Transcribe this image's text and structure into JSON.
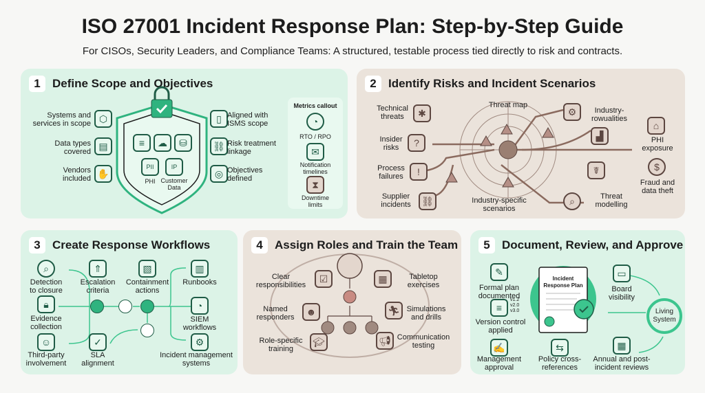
{
  "header": {
    "title": "ISO 27001 Incident Response Plan: Step-by-Step Guide",
    "subtitle": "For CISOs, Security Leaders, and Compliance Teams: A structured, testable process tied directly to risk and contracts."
  },
  "colors": {
    "mint": "#dcf3e7",
    "beige": "#ebe3db",
    "accent_green": "#2fb37f",
    "dark_green": "#1f5c46",
    "brown": "#8a6a5e",
    "warning": "#a5675f"
  },
  "step1": {
    "number": "1",
    "title": "Define Scope and Objectives",
    "left": [
      {
        "label": "Systems and\nservices in scope",
        "icon": "network-icon"
      },
      {
        "label": "Data types\ncovered",
        "icon": "database-icon"
      },
      {
        "label": "Vendors\nincluded",
        "icon": "handshake-icon"
      }
    ],
    "right": [
      {
        "label": "Aligned with\nISMS scope",
        "icon": "document-icon"
      },
      {
        "label": "Risk treatment\nlinkage",
        "icon": "link-icon"
      },
      {
        "label": "Objectives\ndefined",
        "icon": "target-icon"
      }
    ],
    "shield": {
      "folders": [
        "PII",
        "IP"
      ],
      "folder_captions": [
        "PHI",
        "Customer\nData"
      ]
    },
    "metrics": {
      "title": "Metrics callout",
      "items": [
        {
          "label": "RTO / RPO",
          "icon": "gauge-icon"
        },
        {
          "label": "Notification\ntimelines",
          "icon": "mail-clock-icon"
        },
        {
          "label": "Downtime\nlimits",
          "icon": "hourglass-icon"
        }
      ]
    }
  },
  "step2": {
    "number": "2",
    "title": "Identify Risks and Incident Scenarios",
    "threat_map": "Threat map",
    "center_caption": "Industry-specific\nscenarios",
    "left": [
      {
        "label": "Technical\nthreats",
        "icon": "bug-icon"
      },
      {
        "label": "Insider\nrisks",
        "icon": "person-question-icon"
      },
      {
        "label": "Process\nfailures",
        "icon": "gear-warning-icon"
      },
      {
        "label": "Supplier\nincidents",
        "icon": "broken-link-icon"
      }
    ],
    "right": [
      {
        "label": "Industry-\nrowualities",
        "icon": "gear-arrow-icon"
      },
      {
        "label": "PHI\nexposure",
        "icon": "hospital-icon"
      },
      {
        "label": "Fraud and\ndata theft",
        "icon": "money-hand-icon"
      },
      {
        "label": "Threat\nmodelling",
        "icon": "magnifier-bug-icon"
      }
    ]
  },
  "step3": {
    "number": "3",
    "title": "Create Response Workflows",
    "items": [
      {
        "label": "Detection\nto closure",
        "icon": "search-icon"
      },
      {
        "label": "Evidence\ncollection",
        "icon": "lock-icon"
      },
      {
        "label": "Third-party\ninvolvement",
        "icon": "people-icon"
      },
      {
        "label": "Escalation\ncriteria",
        "icon": "arrows-up-icon"
      },
      {
        "label": "Containment\nactions",
        "icon": "barrier-icon"
      },
      {
        "label": "SLA\nalignment",
        "icon": "document-check-icon"
      },
      {
        "label": "Runbooks",
        "icon": "book-icon"
      },
      {
        "label": "SIEM\nworkflows",
        "icon": "dashboard-icon"
      },
      {
        "label": "Incident management\nsystems",
        "icon": "gear-icon"
      }
    ]
  },
  "step4": {
    "number": "4",
    "title": "Assign Roles and Train the Team",
    "items": [
      {
        "label": "Clear\nresponsibilities",
        "icon": "clipboard-icon"
      },
      {
        "label": "Named\nresponders",
        "icon": "group-icon"
      },
      {
        "label": "Role-specific\ntraining",
        "icon": "graduate-icon"
      },
      {
        "label": "Tabletop\nexercises",
        "icon": "meeting-icon"
      },
      {
        "label": "Simulations\nand drills",
        "icon": "running-icon"
      },
      {
        "label": "Communication\ntesting",
        "icon": "megaphone-icon"
      }
    ]
  },
  "step5": {
    "number": "5",
    "title": "Document, Review, and Approve",
    "doc_title": "Incident\nResponse Plan",
    "versions": "v1.2\nv2.0\nv3.0",
    "living": "Living\nSystem",
    "items": [
      {
        "label": "Formal plan\ndocumented",
        "icon": "document-pen-icon"
      },
      {
        "label": "Version control\napplied",
        "icon": "versions-icon"
      },
      {
        "label": "Management\napproval",
        "icon": "signature-icon"
      },
      {
        "label": "Policy cross-\nreferences",
        "icon": "swap-docs-icon"
      },
      {
        "label": "Board\nvisibility",
        "icon": "presentation-icon"
      },
      {
        "label": "Annual and post-\nincident reviews",
        "icon": "calendar-icon"
      }
    ]
  }
}
